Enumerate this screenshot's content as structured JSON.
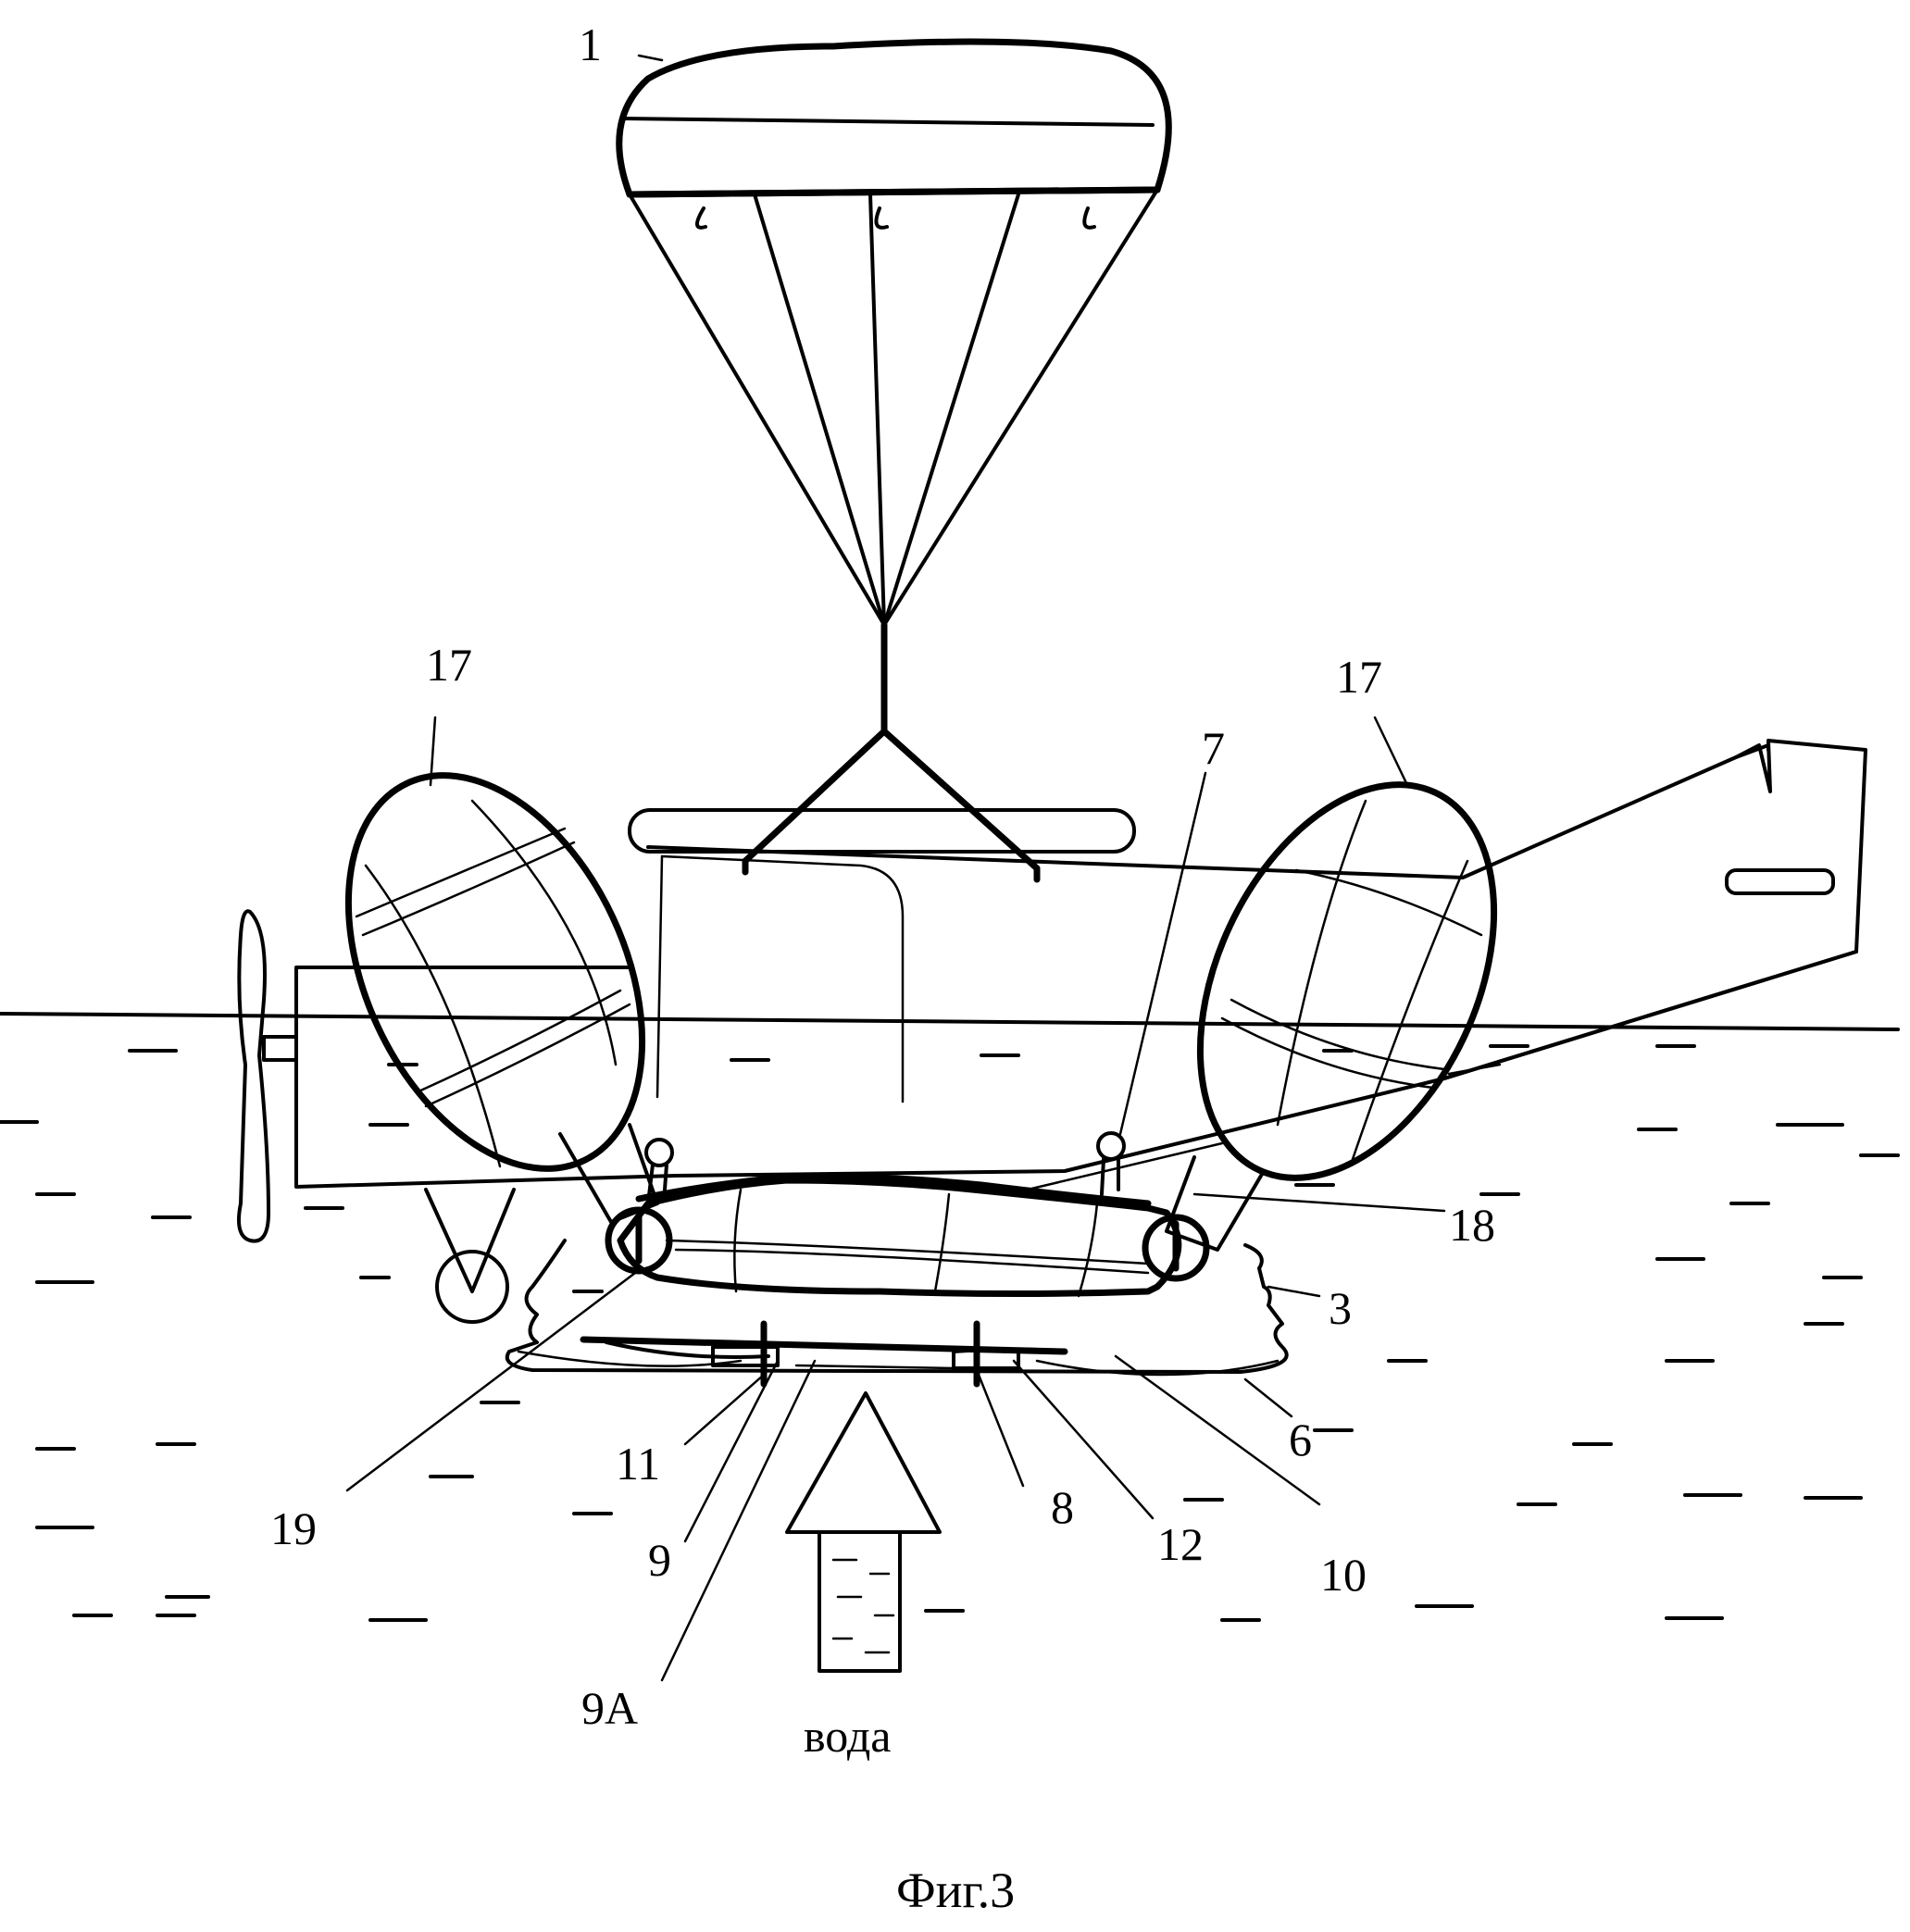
{
  "figure": {
    "caption": "Фиг.3",
    "water_label": "вода",
    "labels": {
      "l1": "1",
      "l17a": "17",
      "l17b": "17",
      "l7": "7",
      "l18": "18",
      "l3": "3",
      "l6": "6",
      "l10": "10",
      "l12": "12",
      "l8": "8",
      "l9": "9",
      "l9a": "9А",
      "l11": "11",
      "l19": "19"
    }
  }
}
